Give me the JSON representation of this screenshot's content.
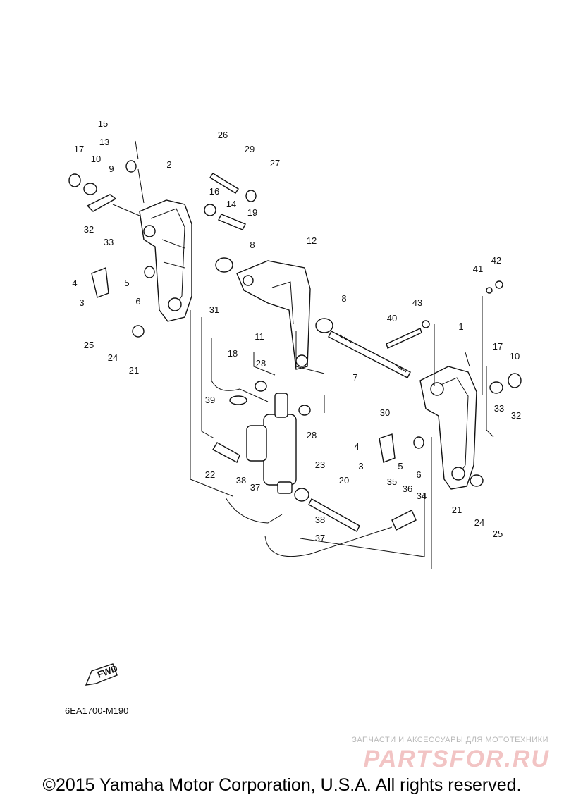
{
  "diagram": {
    "callouts": [
      "15",
      "13",
      "17",
      "10",
      "9",
      "2",
      "26",
      "29",
      "27",
      "16",
      "14",
      "19",
      "32",
      "33",
      "8",
      "12",
      "4",
      "5",
      "3",
      "6",
      "31",
      "11",
      "25",
      "24",
      "21",
      "18",
      "28",
      "39",
      "22",
      "38",
      "37",
      "23",
      "20",
      "7",
      "1",
      "41",
      "42",
      "40",
      "43",
      "30",
      "17",
      "10",
      "33",
      "32",
      "4",
      "5",
      "3",
      "6",
      "35",
      "36",
      "34",
      "21",
      "24",
      "25",
      "28",
      "8",
      "38",
      "37"
    ],
    "fwd_label": "FWD",
    "diagram_code": "6EA1700-M190"
  },
  "watermark": {
    "tagline": "ЗАПЧАСТИ И АКСЕССУАРЫ ДЛЯ МОТОТЕХНИКИ",
    "brand": "PARTSFOR.RU"
  },
  "footer": {
    "copyright": "©2015 Yamaha Motor Corporation, U.S.A. All rights reserved."
  }
}
